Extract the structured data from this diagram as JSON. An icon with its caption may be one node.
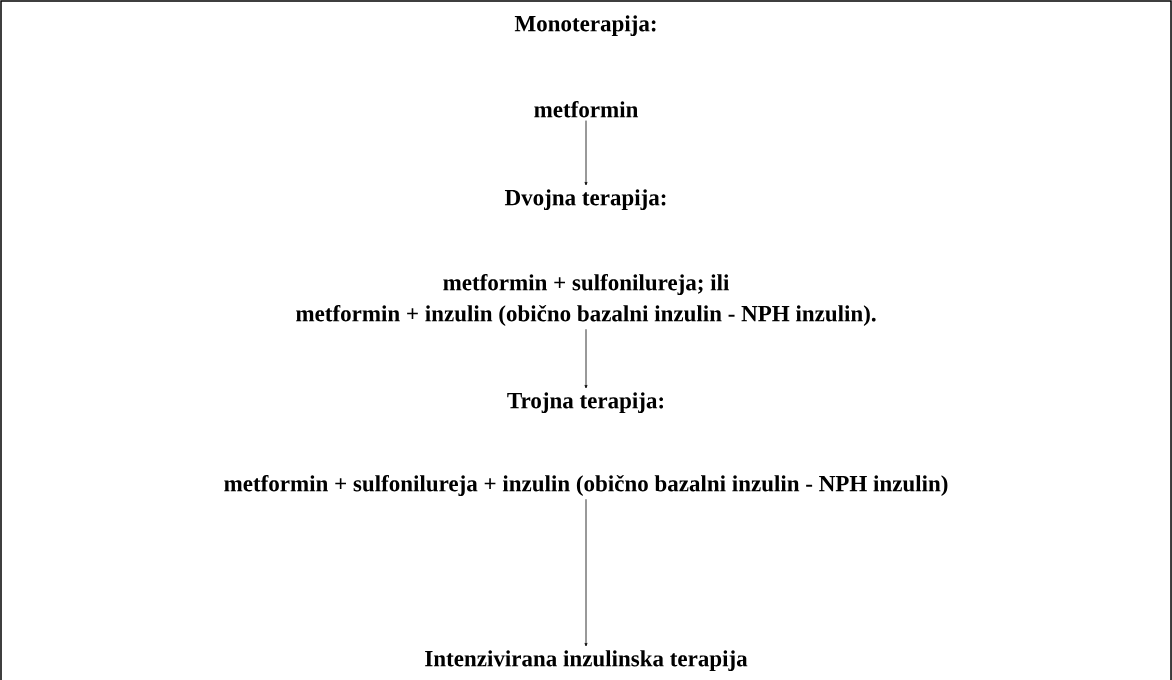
{
  "diagram": {
    "nodes": [
      {
        "text": [
          "Monoterapija:",
          "metformin"
        ]
      },
      {
        "text": [
          "Dvojna terapija:",
          "metformin + sulfonilureja; ili",
          "metformin + inzulin (obično bazalni inzulin - NPH inzulin)."
        ]
      },
      {
        "text": [
          "Trojna terapija:",
          "metformin + sulfonilureja + inzulin (obično bazalni inzulin - NPH inzulin)"
        ]
      },
      {
        "text": [
          "Intenzivirana inzulinska terapija"
        ]
      }
    ],
    "edges": [
      {
        "from": 0,
        "to": 1,
        "arrow": "to"
      },
      {
        "from": 1,
        "to": 2,
        "arrow": "to"
      },
      {
        "from": 2,
        "to": 3,
        "arrow": "to"
      }
    ]
  }
}
